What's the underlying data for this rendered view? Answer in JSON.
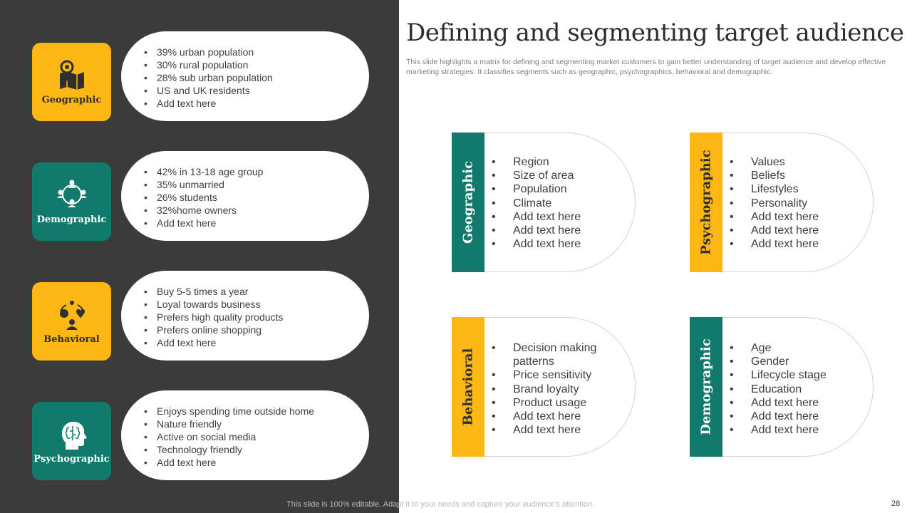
{
  "title": "Defining and segmenting target audience",
  "subtitle": "This slide highlights a matrix for defining and segmenting market customers to gain better understanding of target audience and develop effective marketing strategies. It classifies segments such as geographic, psychographics, behavioral and demographic.",
  "colors": {
    "yellow": "#fdb714",
    "teal": "#117a6d",
    "dark_panel": "#3b3b3b"
  },
  "left_segments": [
    {
      "label": "Geographic",
      "icon": "map-pin-icon",
      "color": "yellow",
      "items": [
        "39% urban population",
        "30% rural population",
        "28% sub urban population",
        "US and UK residents",
        "Add text here"
      ]
    },
    {
      "label": "Demographic",
      "icon": "people-cycle-icon",
      "color": "teal",
      "items": [
        "42% in 13-18 age group",
        "35% unmarried",
        "26% students",
        "32%home owners",
        "Add text here"
      ]
    },
    {
      "label": "Behavioral",
      "icon": "behavior-cycle-icon",
      "color": "yellow",
      "items": [
        "Buy 5-5 times a  year",
        "Loyal towards business",
        "Prefers high quality products",
        "Prefers online shopping",
        "Add text here"
      ]
    },
    {
      "label": "Psychographic",
      "icon": "brain-head-icon",
      "color": "teal",
      "items": [
        "Enjoys spending time outside home",
        "Nature friendly",
        "Active on social media",
        "Technology friendly",
        "Add text here"
      ]
    }
  ],
  "matrix": [
    {
      "label": "Geographic",
      "color": "teal",
      "items": [
        "Region",
        "Size of area",
        "Population",
        "Climate",
        "Add text here",
        "Add text here",
        "Add text here"
      ]
    },
    {
      "label": "Psychographic",
      "color": "yellow",
      "items": [
        "Values",
        "Beliefs",
        "Lifestyles",
        "Personality",
        "Add text here",
        "Add text here",
        "Add text here"
      ]
    },
    {
      "label": "Behavioral",
      "color": "yellow",
      "items": [
        "Decision making patterns",
        "Price sensitivity",
        "Brand loyalty",
        "Product usage",
        "Add text here",
        "Add text here"
      ]
    },
    {
      "label": "Demographic",
      "color": "teal",
      "items": [
        "Age",
        "Gender",
        "Lifecycle stage",
        "Education",
        "Add text here",
        "Add text here",
        "Add text here"
      ]
    }
  ],
  "footer": {
    "note": "This slide is 100% editable. Adapt it to your needs and capture your audience's attention.",
    "page_number": "28"
  }
}
